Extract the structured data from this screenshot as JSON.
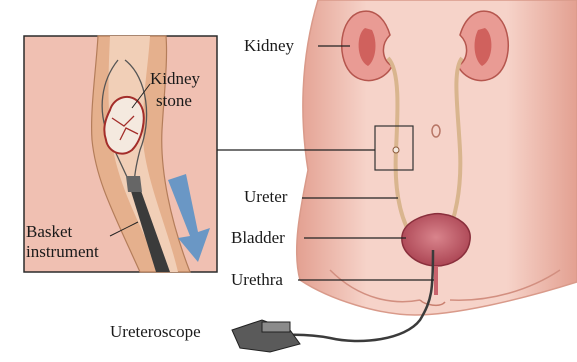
{
  "labels": {
    "kidney": "Kidney",
    "kidney_stone_line1": "Kidney",
    "kidney_stone_line2": "stone",
    "ureter": "Ureter",
    "bladder": "Bladder",
    "urethra": "Urethra",
    "basket_line1": "Basket",
    "basket_line2": "instrument",
    "ureteroscope": "Ureteroscope"
  },
  "colors": {
    "skin": "#f3c4b8",
    "skin_shade": "#e3a091",
    "kidney": "#e79a94",
    "kidney_inner": "#c9524f",
    "ureter": "#d9b58e",
    "bladder": "#c9636d",
    "inset_bg": "#f0c0b2",
    "arrow": "#5b92c6",
    "instrument": "#3b3b3b",
    "stone": "#f4e9df"
  }
}
